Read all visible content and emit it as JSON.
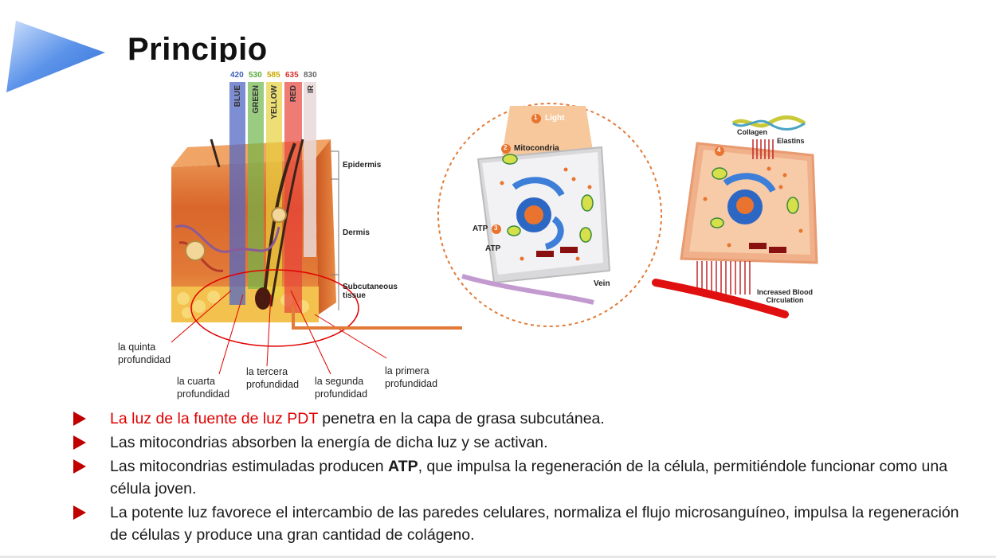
{
  "slide": {
    "title": "Principio",
    "accent_color": "#2f6fd6"
  },
  "skin_diagram": {
    "wavelengths": [
      {
        "nm": "420",
        "name": "BLUE",
        "color": "#3b5fb8"
      },
      {
        "nm": "530",
        "name": "GREEN",
        "color": "#58a83a"
      },
      {
        "nm": "585",
        "name": "YELLOW",
        "color": "#d9c323"
      },
      {
        "nm": "635",
        "name": "RED",
        "color": "#d8302b"
      },
      {
        "nm": "830",
        "name": "IR",
        "color": "#7a7a7a"
      }
    ],
    "layers": {
      "epidermis": "Epidermis",
      "dermis": "Dermis",
      "subcutaneous_1": "Subcutaneous",
      "subcutaneous_2": "tissue"
    },
    "depths": {
      "fifth_1": "la quinta",
      "fifth_2": "profundidad",
      "fourth_1": "la cuarta",
      "fourth_2": "profundidad",
      "third_1": "la tercera",
      "third_2": "profundidad",
      "second_1": "la segunda",
      "second_2": "profundidad",
      "first_1": "la primera",
      "first_2": "profundidad"
    }
  },
  "cell_diagram": {
    "step1": "1",
    "light": "Light",
    "step2": "2",
    "mitocondria": "Mitocondria",
    "step3": "3",
    "atp_1": "ATP",
    "atp_2": "ATP",
    "vein": "Vein"
  },
  "result_diagram": {
    "step4": "4",
    "collagen": "Collagen",
    "elastins": "Elastins",
    "circulation_1": "Increased Blood",
    "circulation_2": "Circulation"
  },
  "bullets": {
    "b1_highlight": "La luz de la fuente de luz PDT",
    "b1_rest": " penetra en la capa de grasa subcutánea.",
    "b2": "Las mitocondrias absorben la energía de dicha luz y se activan.",
    "b3_pre": "Las mitocondrias estimuladas producen ",
    "b3_bold": "ATP",
    "b3_post": ", que impulsa la regeneración de la célula, permitiéndole funcionar como una célula joven.",
    "b4": "La potente luz favorece el intercambio de las paredes celulares, normaliza el flujo microsanguíneo, impulsa la regeneración de células y produce una gran cantidad de colágeno."
  }
}
